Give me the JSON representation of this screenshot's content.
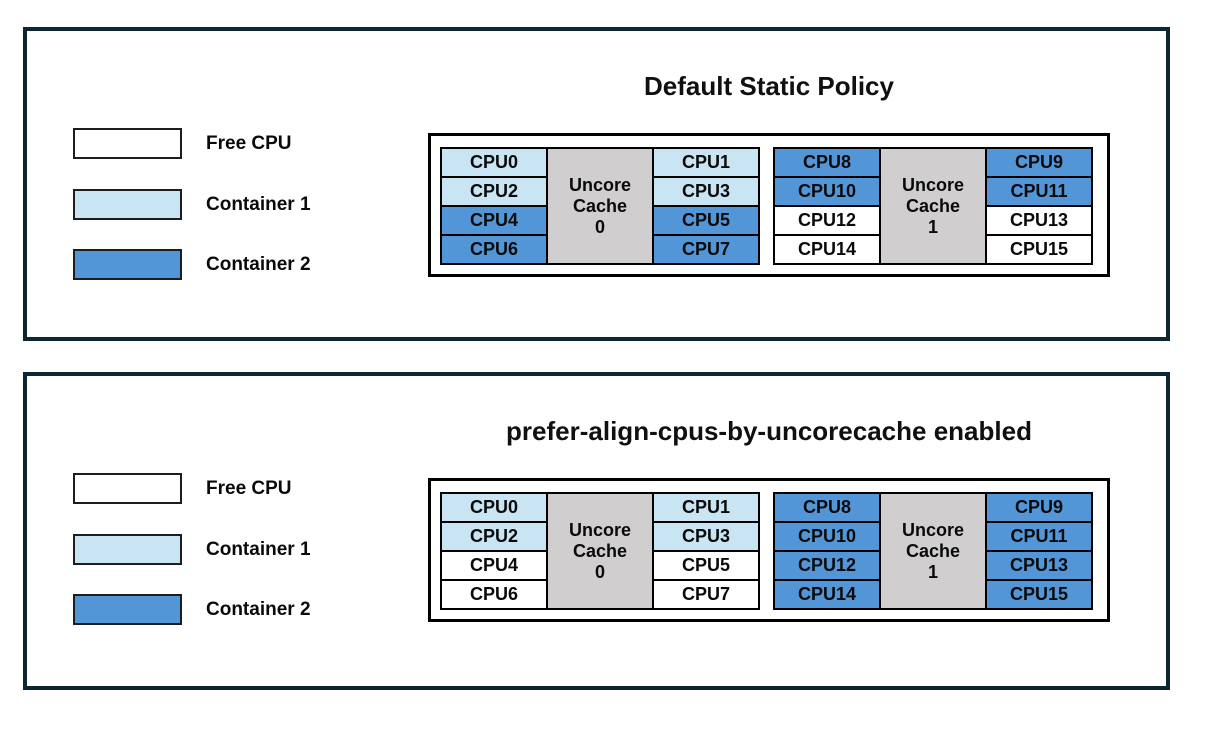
{
  "colors": {
    "free": "#ffffff",
    "container1": "#c9e5f4",
    "container2": "#5296d8",
    "cache_gray": "#d0cece",
    "panel_border": "#0d2633",
    "cell_border": "#000000",
    "text": "#0a0a0a"
  },
  "legend": {
    "items": [
      {
        "label": "Free CPU",
        "type": "free"
      },
      {
        "label": "Container 1",
        "type": "container1"
      },
      {
        "label": "Container 2",
        "type": "container2"
      }
    ]
  },
  "panels": [
    {
      "title": "Default Static Policy",
      "groups": [
        {
          "cache_lines": [
            "Uncore",
            "Cache",
            "0"
          ],
          "left": [
            {
              "label": "CPU0",
              "type": "container1"
            },
            {
              "label": "CPU2",
              "type": "container1"
            },
            {
              "label": "CPU4",
              "type": "container2"
            },
            {
              "label": "CPU6",
              "type": "container2"
            }
          ],
          "right": [
            {
              "label": "CPU1",
              "type": "container1"
            },
            {
              "label": "CPU3",
              "type": "container1"
            },
            {
              "label": "CPU5",
              "type": "container2"
            },
            {
              "label": "CPU7",
              "type": "container2"
            }
          ]
        },
        {
          "cache_lines": [
            "Uncore",
            "Cache",
            "1"
          ],
          "left": [
            {
              "label": "CPU8",
              "type": "container2"
            },
            {
              "label": "CPU10",
              "type": "container2"
            },
            {
              "label": "CPU12",
              "type": "free"
            },
            {
              "label": "CPU14",
              "type": "free"
            }
          ],
          "right": [
            {
              "label": "CPU9",
              "type": "container2"
            },
            {
              "label": "CPU11",
              "type": "container2"
            },
            {
              "label": "CPU13",
              "type": "free"
            },
            {
              "label": "CPU15",
              "type": "free"
            }
          ]
        }
      ]
    },
    {
      "title": "prefer-align-cpus-by-uncorecache enabled",
      "groups": [
        {
          "cache_lines": [
            "Uncore",
            "Cache",
            "0"
          ],
          "left": [
            {
              "label": "CPU0",
              "type": "container1"
            },
            {
              "label": "CPU2",
              "type": "container1"
            },
            {
              "label": "CPU4",
              "type": "free"
            },
            {
              "label": "CPU6",
              "type": "free"
            }
          ],
          "right": [
            {
              "label": "CPU1",
              "type": "container1"
            },
            {
              "label": "CPU3",
              "type": "container1"
            },
            {
              "label": "CPU5",
              "type": "free"
            },
            {
              "label": "CPU7",
              "type": "free"
            }
          ]
        },
        {
          "cache_lines": [
            "Uncore",
            "Cache",
            "1"
          ],
          "left": [
            {
              "label": "CPU8",
              "type": "container2"
            },
            {
              "label": "CPU10",
              "type": "container2"
            },
            {
              "label": "CPU12",
              "type": "container2"
            },
            {
              "label": "CPU14",
              "type": "container2"
            }
          ],
          "right": [
            {
              "label": "CPU9",
              "type": "container2"
            },
            {
              "label": "CPU11",
              "type": "container2"
            },
            {
              "label": "CPU13",
              "type": "container2"
            },
            {
              "label": "CPU15",
              "type": "container2"
            }
          ]
        }
      ]
    }
  ]
}
